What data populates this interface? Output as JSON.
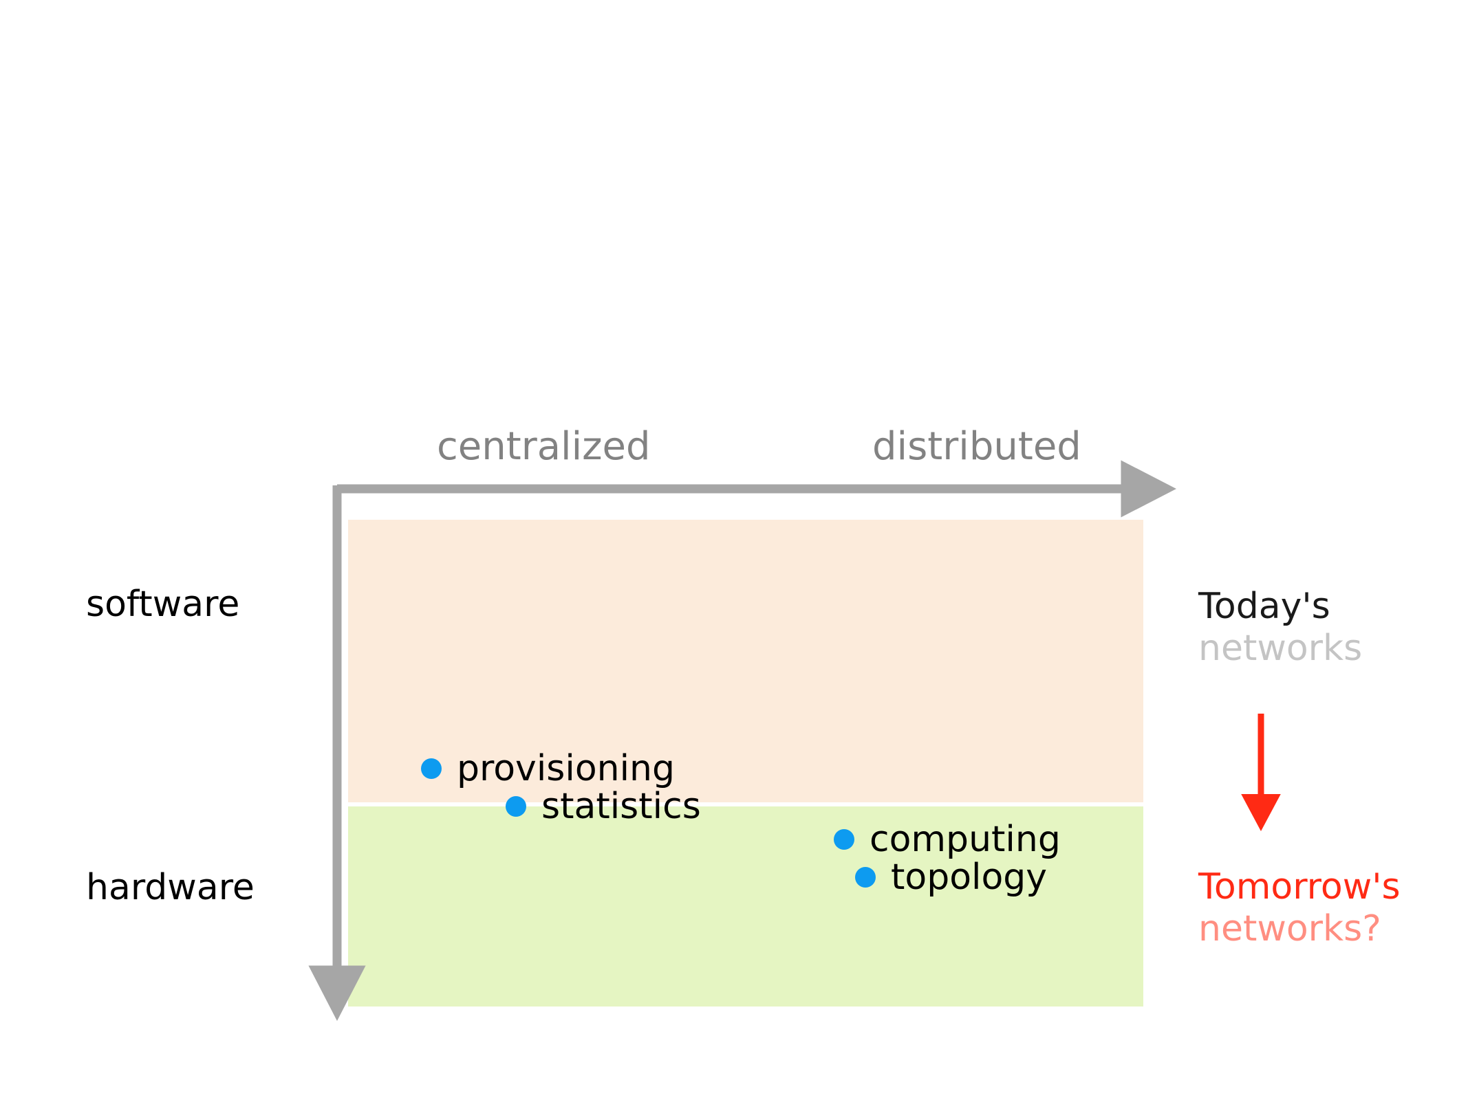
{
  "figure": {
    "type": "diagram",
    "background_color": "#ffffff",
    "description": "Two-by-two style positioning diagram mapping network functions onto a horizontal centralized-to-distributed axis and a vertical software-to-hardware axis."
  },
  "axes": {
    "horizontal": {
      "name": "centralization-axis",
      "direction": "left-to-right",
      "color": "#a6a6a6",
      "tick_labels": [
        "centralized",
        "distributed"
      ],
      "label_left": "centralized",
      "label_right": "distributed"
    },
    "vertical": {
      "name": "layer-axis",
      "direction": "top-to-bottom",
      "color": "#a6a6a6",
      "tick_labels": [
        "software",
        "hardware"
      ],
      "label_top": "software",
      "label_bottom": "hardware"
    }
  },
  "bands": [
    {
      "name": "software-band",
      "label": "software",
      "color": "#fcebdb"
    },
    {
      "name": "hardware-band",
      "label": "hardware",
      "color": "#e5f5c2"
    }
  ],
  "items": [
    {
      "label": "provisioning",
      "band": "software",
      "position": "centralized",
      "dot_color": "#0d9bf0"
    },
    {
      "label": "statistics",
      "band": "hardware",
      "position": "centralized",
      "dot_color": "#0d9bf0"
    },
    {
      "label": "computing",
      "band": "hardware",
      "position": "distributed",
      "dot_color": "#0d9bf0"
    },
    {
      "label": "topology",
      "band": "hardware",
      "position": "distributed",
      "dot_color": "#0d9bf0"
    }
  ],
  "annotations": {
    "today": {
      "line1": "Today's",
      "line2": "networks",
      "line1_color": "#1a1a1a",
      "line2_color": "#c4c4c4"
    },
    "tomorrow": {
      "line1": "Tomorrow's",
      "line2": "networks?",
      "line1_color": "#ff2a14",
      "line2_color": "#ff8e81"
    },
    "transition_arrow": {
      "name": "today-to-tomorrow-arrow",
      "color": "#ff2a14",
      "direction": "down"
    }
  }
}
